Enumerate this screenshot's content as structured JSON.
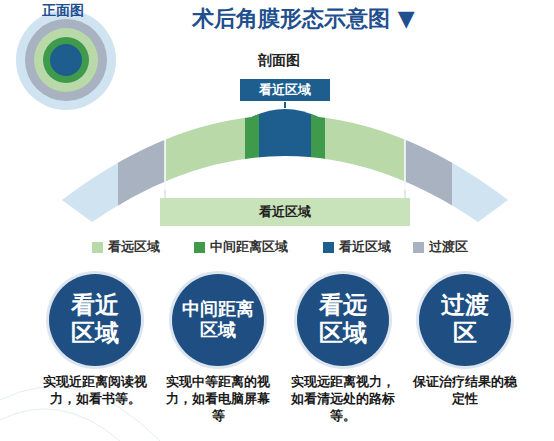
{
  "diagram": {
    "title": "术后角膜形态示意图 ▼",
    "nodes": [
      {
        "text": [
          "看近区域"
        ]
      },
      {
        "text": [
          "看近区域"
        ]
      },
      {
        "text": [
          "看近区域",
          "实现近距离阅读视力，如看书等。"
        ]
      },
      {
        "text": [
          "中间距离区域",
          "实现中等距离的视力，如看电脑屏幕等"
        ]
      },
      {
        "text": [
          "看远区域",
          "实现远距离视力，如看清远处的路标等。"
        ]
      },
      {
        "text": [
          "过渡区",
          "保证治疗结果的稳定性"
        ]
      }
    ],
    "labels": [
      "正面图",
      "剖面图"
    ],
    "legend": [
      {
        "text": "看远区域",
        "color": "#b9d9a9"
      },
      {
        "text": "中间距离区域",
        "color": "#3f9a4c"
      },
      {
        "text": "看近区域",
        "color": "#1d5e8e"
      },
      {
        "text": "过渡区",
        "color": "#a8b2c0"
      }
    ]
  }
}
